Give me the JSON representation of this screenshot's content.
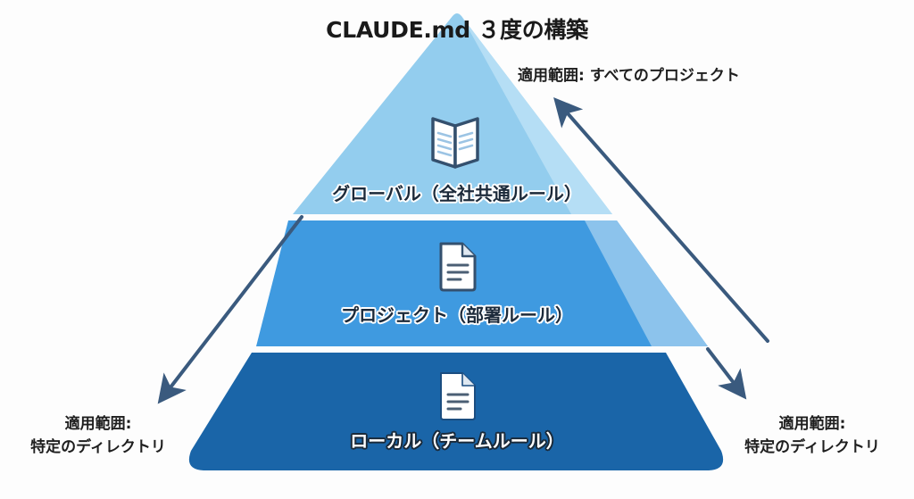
{
  "title": "CLAUDE.md ３度の構築",
  "colors": {
    "tier_global": "#93cdee",
    "tier_global_facet": "#b9e0f5",
    "tier_project": "#3f9ae0",
    "tier_project_facet": "#8cc3ec",
    "tier_local": "#1a65a8",
    "arrow": "#3a5a7e",
    "text": "#1a1a1a"
  },
  "tiers": [
    {
      "id": "global",
      "label": "グローバル（全社共通ルール）",
      "icon": "open-book-icon",
      "label_style": "dark"
    },
    {
      "id": "project",
      "label": "プロジェクト（部署ルール）",
      "icon": "document-icon",
      "label_style": "dark"
    },
    {
      "id": "local",
      "label": "ローカル（チームルール）",
      "icon": "document-icon",
      "label_style": "light"
    }
  ],
  "scope_labels": {
    "top_right": "適用範囲: すべてのプロジェクト",
    "bottom_left": {
      "line1": "適用範囲:",
      "line2": "特定のディレクトリ"
    },
    "bottom_right": {
      "line1": "適用範囲:",
      "line2": "特定のディレクトリ"
    }
  },
  "arrows": [
    {
      "id": "arrow-up-right",
      "direction": "up-left",
      "meaning": "scope widens toward global"
    },
    {
      "id": "arrow-down-left",
      "direction": "down-left",
      "meaning": "scope narrows toward local"
    },
    {
      "id": "arrow-down-right",
      "direction": "down-right",
      "meaning": "scope narrows toward local"
    }
  ]
}
